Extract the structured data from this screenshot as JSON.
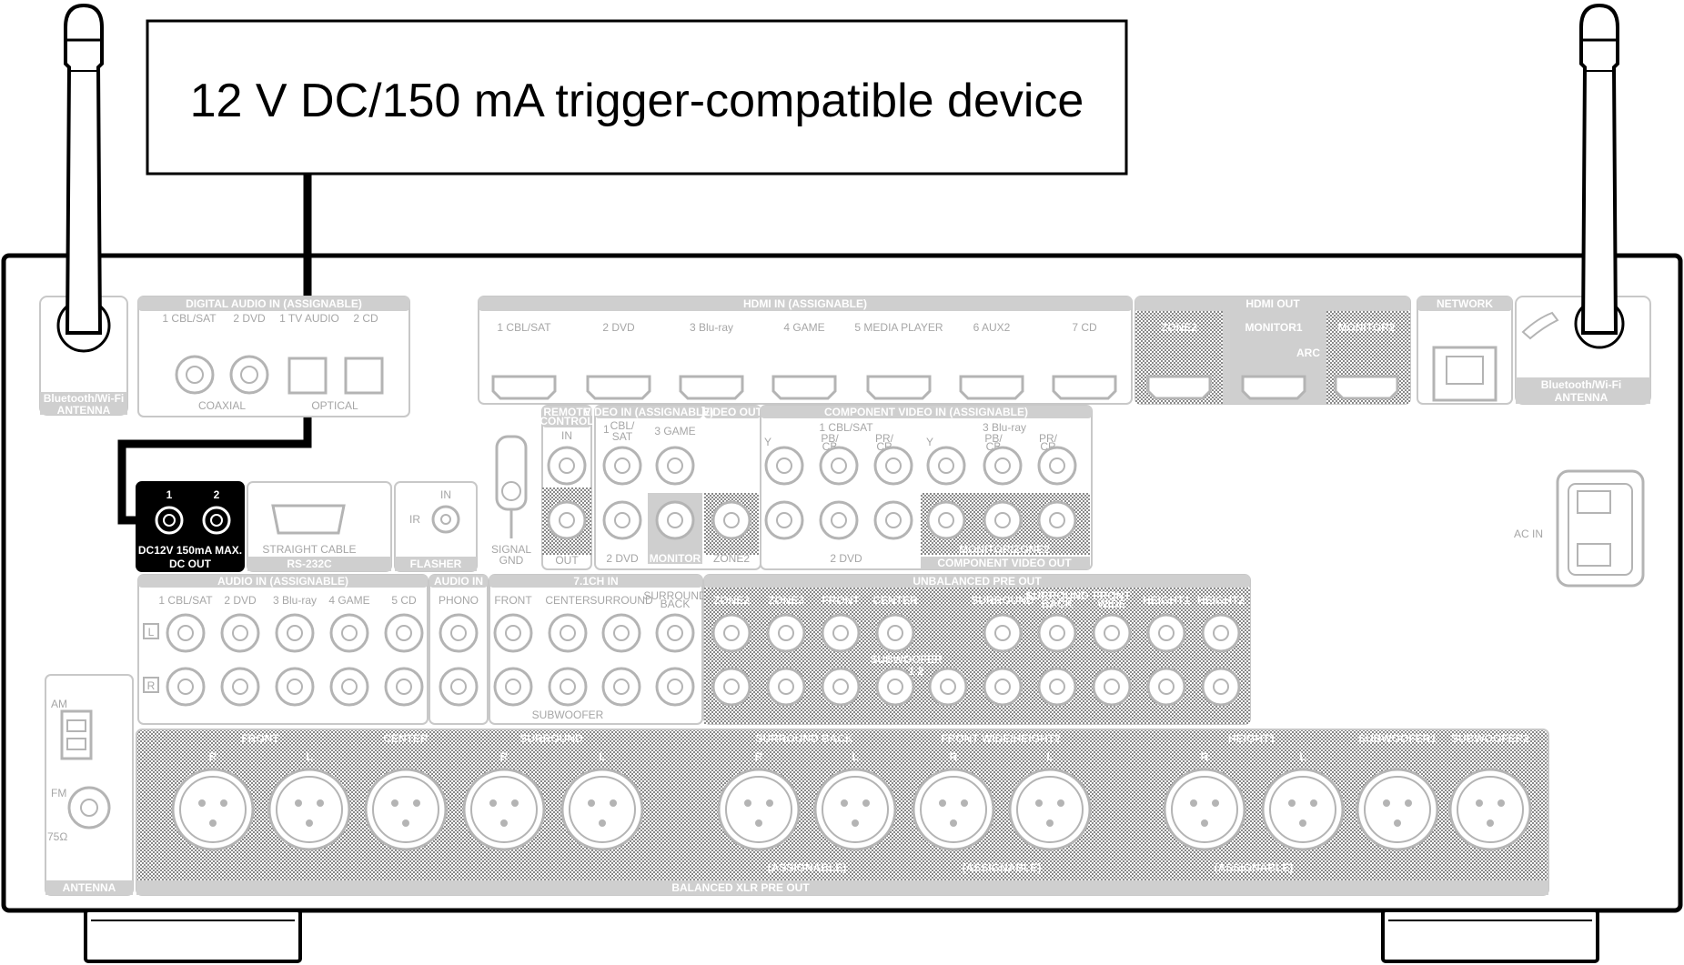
{
  "device_label": "12 V DC/150 mA trigger-compatible device",
  "left_antenna_label": [
    "Bluetooth/Wi-Fi",
    "ANTENNA"
  ],
  "right_antenna_label": [
    "Bluetooth/Wi-Fi",
    "ANTENNA"
  ],
  "digital_audio": {
    "title": "DIGITAL AUDIO IN (ASSIGNABLE)",
    "inputs": [
      "1 CBL/SAT",
      "2 DVD",
      "1 TV AUDIO",
      "2 CD"
    ],
    "coaxial": "COAXIAL",
    "optical": "OPTICAL"
  },
  "hdmi_in": {
    "title": "HDMI IN (ASSIGNABLE)",
    "inputs": [
      "1 CBL/SAT",
      "2 DVD",
      "3 Blu-ray",
      "4 GAME",
      "5 MEDIA PLAYER",
      "6 AUX2",
      "7 CD"
    ]
  },
  "hdmi_out": {
    "title": "HDMI OUT",
    "outputs": [
      "ZONE2",
      "MONITOR1",
      "MONITOR2"
    ],
    "arc": "ARC"
  },
  "network": "NETWORK",
  "dc_out": {
    "jacks": [
      "1",
      "2"
    ],
    "rating": "DC12V 150mA MAX.",
    "title": "DC OUT"
  },
  "rs232c": {
    "sub": "STRAIGHT CABLE",
    "title": "RS-232C"
  },
  "flasher": {
    "in": "IN",
    "ir": "IR",
    "title": "FLASHER"
  },
  "signal_gnd": [
    "SIGNAL",
    "GND"
  ],
  "remote_control": {
    "title": [
      "REMOTE",
      "CONTROL"
    ],
    "in": "IN",
    "out": "OUT"
  },
  "video_in": {
    "title": "VIDEO IN (ASSIGNABLE)",
    "inputs": [
      "1",
      "CBL/",
      "SAT",
      "3 GAME",
      "2 DVD"
    ],
    "monitor": "MONITOR"
  },
  "video_out": {
    "title": "VIDEO OUT",
    "zone2": "ZONE2"
  },
  "component_in": {
    "title": "COMPONENT VIDEO IN (ASSIGNABLE)",
    "inputs": [
      "1 CBL/SAT",
      "3 Blu-ray",
      "2 DVD"
    ],
    "y": "Y",
    "pb": "PB/",
    "cb": "CB",
    "pr": "PR/",
    "cr": "CR"
  },
  "component_out": {
    "zone": "MONITOR/ZONE2",
    "title": "COMPONENT VIDEO OUT"
  },
  "ac_in": "AC IN",
  "audio_in": {
    "title": "AUDIO IN (ASSIGNABLE)",
    "inputs": [
      "1 CBL/SAT",
      "2 DVD",
      "3 Blu-ray",
      "4 GAME",
      "5 CD"
    ],
    "l": "L",
    "r": "R"
  },
  "audio_in_phono": {
    "title": "AUDIO IN",
    "input": "PHONO"
  },
  "ch71_in": {
    "title": "7.1CH IN",
    "inputs": [
      "FRONT",
      "CENTER",
      "SURROUND",
      "SURROUND",
      "BACK"
    ],
    "subwoofer": "SUBWOOFER"
  },
  "unbalanced_pre_out": {
    "title": "UNBALANCED PRE OUT",
    "outputs": [
      "ZONE2",
      "ZONE3",
      "FRONT",
      "CENTER",
      "SURROUND",
      "SURROUND",
      "BACK",
      "FRONT",
      "WIDE",
      "HEIGHT1",
      "HEIGHT2"
    ],
    "subwoofer": "SUBWOOFER",
    "sub_nums": "1  2"
  },
  "antenna": {
    "am": "AM",
    "fm": "FM",
    "ohm": "75Ω",
    "title": "ANTENNA"
  },
  "balanced_xlr": {
    "title": "BALANCED XLR PRE OUT",
    "groups": [
      "FRONT",
      "CENTER",
      "SURROUND",
      "SURROUND BACK",
      "FRONT WIDE/HEIGHT2",
      "HEIGHT1",
      "SUBWOOFER1",
      "SUBWOOFER2"
    ],
    "assignable": "(ASSIGNABLE)",
    "r": "R",
    "l": "L"
  },
  "colors": {
    "line": "#000000",
    "panel_header": "#cfcfcf",
    "highlight": "#000000"
  }
}
